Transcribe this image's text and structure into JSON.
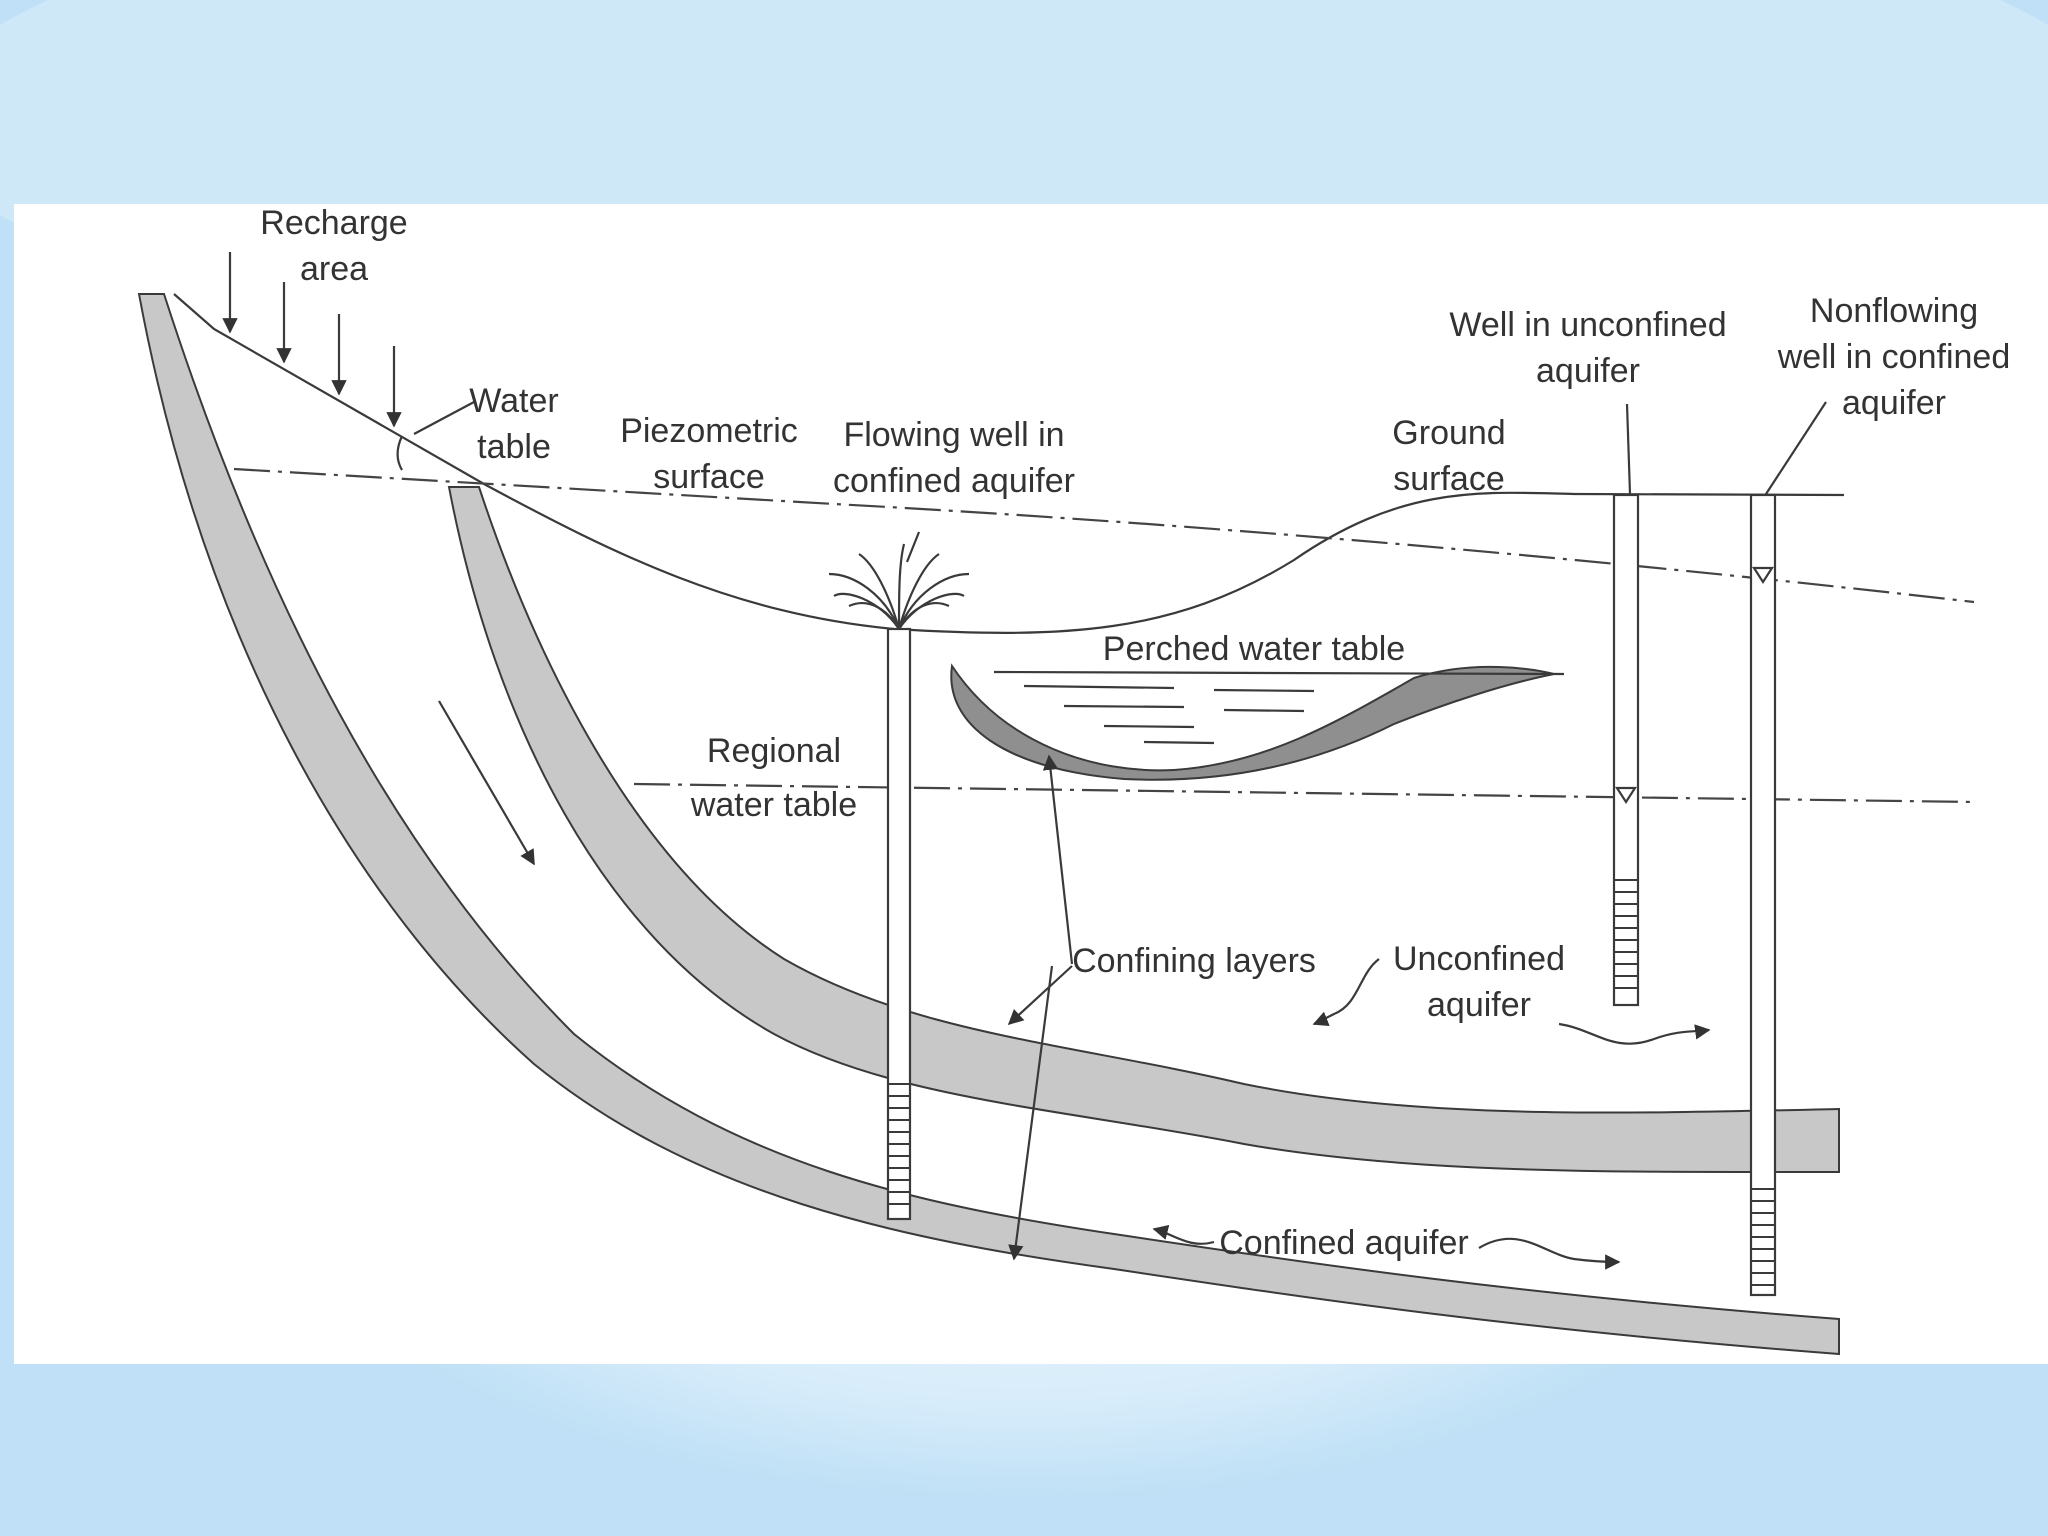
{
  "labels": {
    "recharge_area_1": "Recharge",
    "recharge_area_2": "area",
    "water_table_1": "Water",
    "water_table_2": "table",
    "piezometric_surface_1": "Piezometric",
    "piezometric_surface_2": "surface",
    "flowing_well_1": "Flowing well in",
    "flowing_well_2": "confined aquifer",
    "ground_surface_1": "Ground",
    "ground_surface_2": "surface",
    "well_unconfined_1": "Well in unconfined",
    "well_unconfined_2": "aquifer",
    "nonflowing_well_1": "Nonflowing",
    "nonflowing_well_2": "well in confined",
    "nonflowing_well_3": "aquifer",
    "perched_water_table": "Perched water table",
    "regional_water_table_1": "Regional",
    "regional_water_table_2": "water table",
    "confining_layers": "Confining layers",
    "unconfined_aquifer_1": "Unconfined",
    "unconfined_aquifer_2": "aquifer",
    "confined_aquifer": "Confined aquifer"
  },
  "colors": {
    "slide_background": "#bfe0f6",
    "slide_glow": "#eef7fd",
    "panel": "#ffffff",
    "layer_fill": "#c8c8c8",
    "perched_lens_fill": "#8f8f8f",
    "ink": "#3a3a3a"
  }
}
